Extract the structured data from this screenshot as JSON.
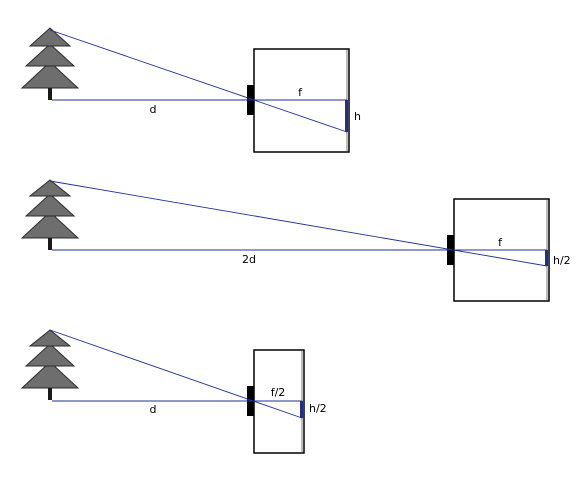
{
  "colors": {
    "tree_fill": "#6e6e6e",
    "tree_stroke": "#2b2b2b",
    "trunk": "#1a1a1a",
    "ray": "#1f2f9a",
    "axis": "#1f2f9a",
    "image_bar": "#1f2f8a",
    "camera_outline": "#000000",
    "lens": "#000000",
    "film": "#bdbdbd"
  },
  "panels": [
    {
      "object_distance_label": "d",
      "focal_length_label": "f",
      "image_height_label": "h"
    },
    {
      "object_distance_label": "2d",
      "focal_length_label": "f",
      "image_height_label": "h/2"
    },
    {
      "object_distance_label": "d",
      "focal_length_label": "f/2",
      "image_height_label": "h/2"
    }
  ]
}
